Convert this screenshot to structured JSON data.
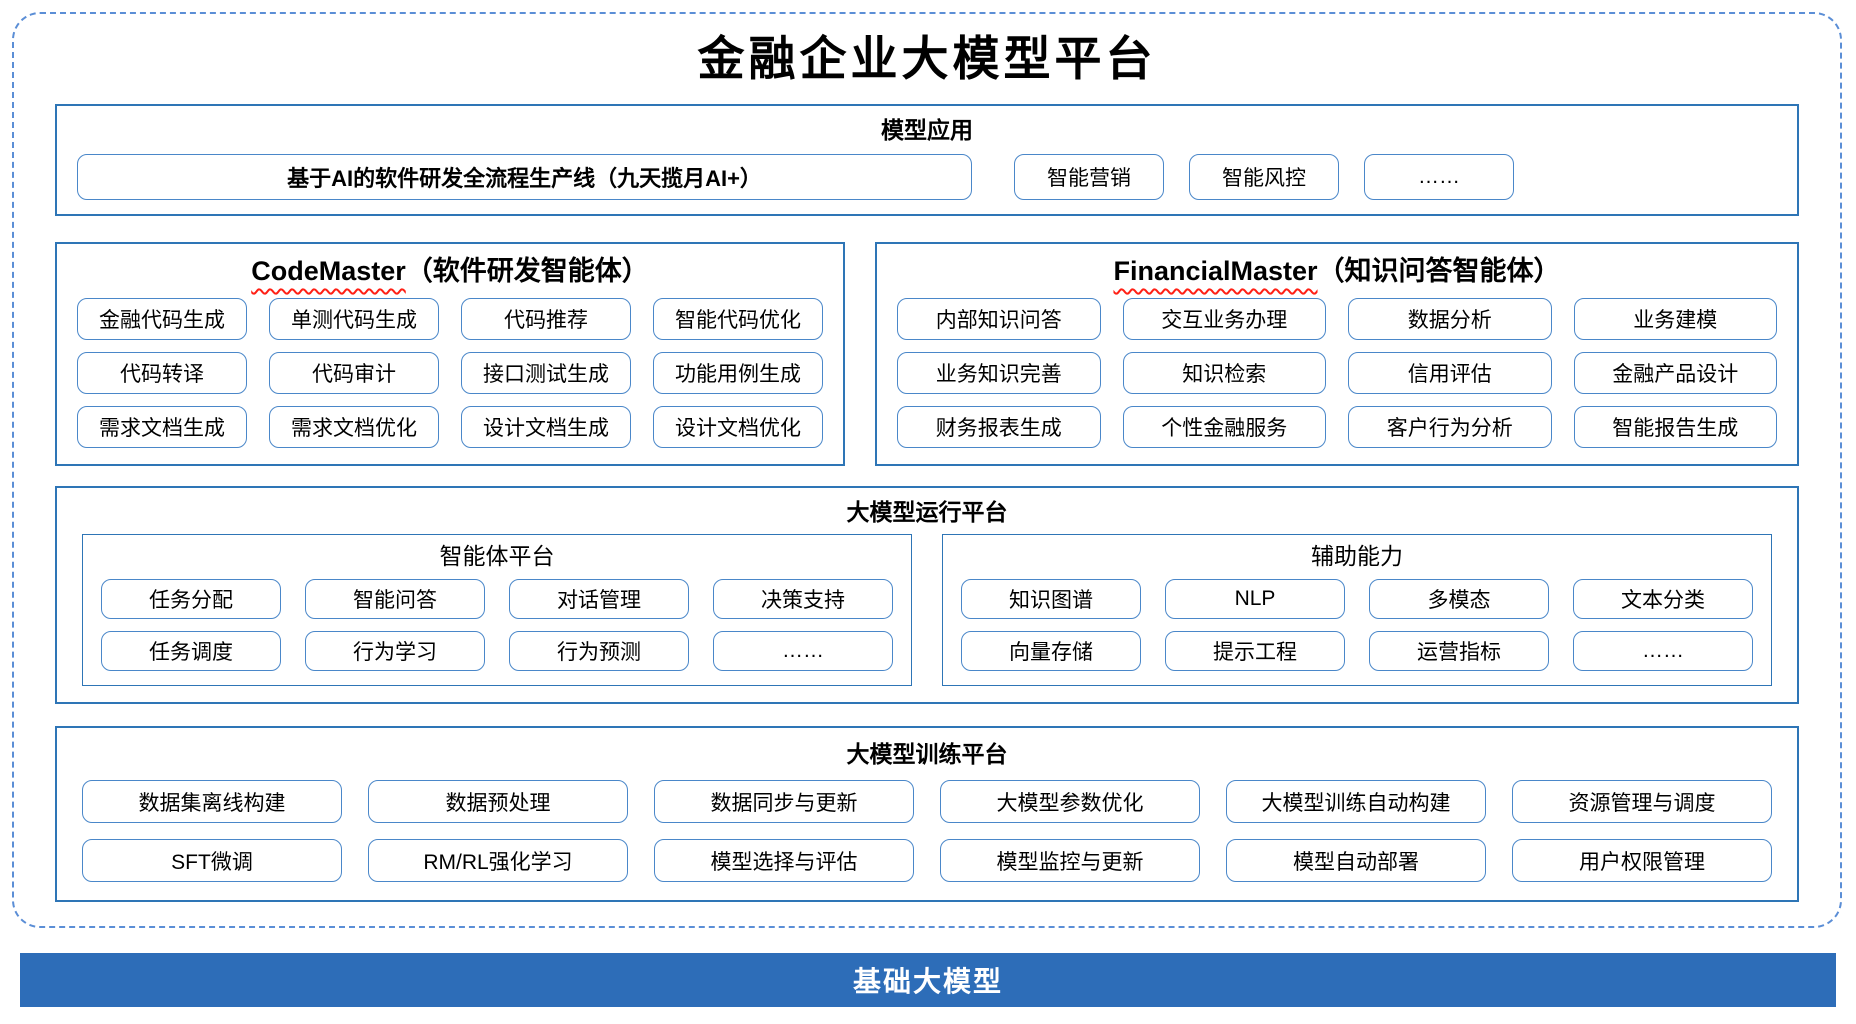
{
  "title": "金融企业大模型平台",
  "model_app": {
    "header": "模型应用",
    "main_item": "基于AI的软件研发全流程生产线（九天揽月AI+）",
    "items": [
      "智能营销",
      "智能风控",
      "……"
    ]
  },
  "code_master": {
    "title_en": "CodeMaster",
    "title_zh": "（软件研发智能体）",
    "items": [
      "金融代码生成",
      "单测代码生成",
      "代码推荐",
      "智能代码优化",
      "代码转译",
      "代码审计",
      "接口测试生成",
      "功能用例生成",
      "需求文档生成",
      "需求文档优化",
      "设计文档生成",
      "设计文档优化"
    ]
  },
  "financial_master": {
    "title_en": "FinancialMaster",
    "title_zh": "（知识问答智能体）",
    "items": [
      "内部知识问答",
      "交互业务办理",
      "数据分析",
      "业务建模",
      "业务知识完善",
      "知识检索",
      "信用评估",
      "金融产品设计",
      "财务报表生成",
      "个性金融服务",
      "客户行为分析",
      "智能报告生成"
    ]
  },
  "run_platform": {
    "header": "大模型运行平台",
    "agent_platform": {
      "title": "智能体平台",
      "items": [
        "任务分配",
        "智能问答",
        "对话管理",
        "决策支持",
        "任务调度",
        "行为学习",
        "行为预测",
        "……"
      ]
    },
    "aux_ability": {
      "title": "辅助能力",
      "items": [
        "知识图谱",
        "NLP",
        "多模态",
        "文本分类",
        "向量存储",
        "提示工程",
        "运营指标",
        "……"
      ]
    }
  },
  "train_platform": {
    "header": "大模型训练平台",
    "items": [
      "数据集离线构建",
      "数据预处理",
      "数据同步与更新",
      "大模型参数优化",
      "大模型训练自动构建",
      "资源管理与调度",
      "SFT微调",
      "RM/RL强化学习",
      "模型选择与评估",
      "模型监控与更新",
      "模型自动部署",
      "用户权限管理"
    ]
  },
  "foundation": {
    "label": "基础大模型"
  },
  "colors": {
    "section_border": "#2e75b6",
    "box_border": "#4a87c9",
    "dashed_border": "#5b8ed6",
    "foundation_bg": "#2d6db8",
    "wavy_underline": "#ff2015"
  }
}
